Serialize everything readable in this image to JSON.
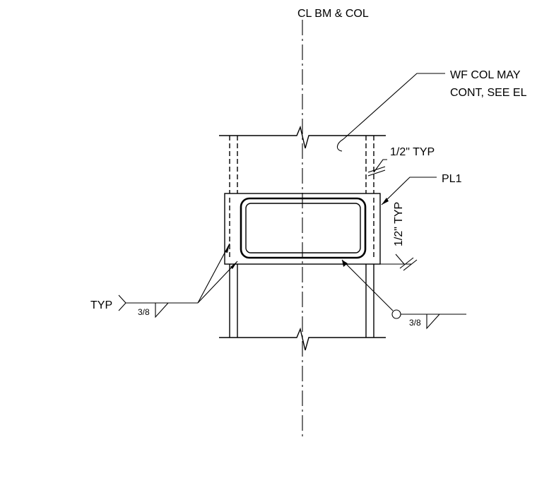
{
  "labels": {
    "centerline": "CL BM & COL",
    "wf_note_line1": "WF COL MAY",
    "wf_note_line2": "CONT, SEE EL",
    "weld_top": "1/2\" TYP",
    "plate": "PL1",
    "weld_side": "1/2\" TYP",
    "typ": "TYP",
    "fillet_left": "3/8",
    "fillet_right": "3/8"
  },
  "colors": {
    "ink": "#000000",
    "background": "#ffffff"
  }
}
